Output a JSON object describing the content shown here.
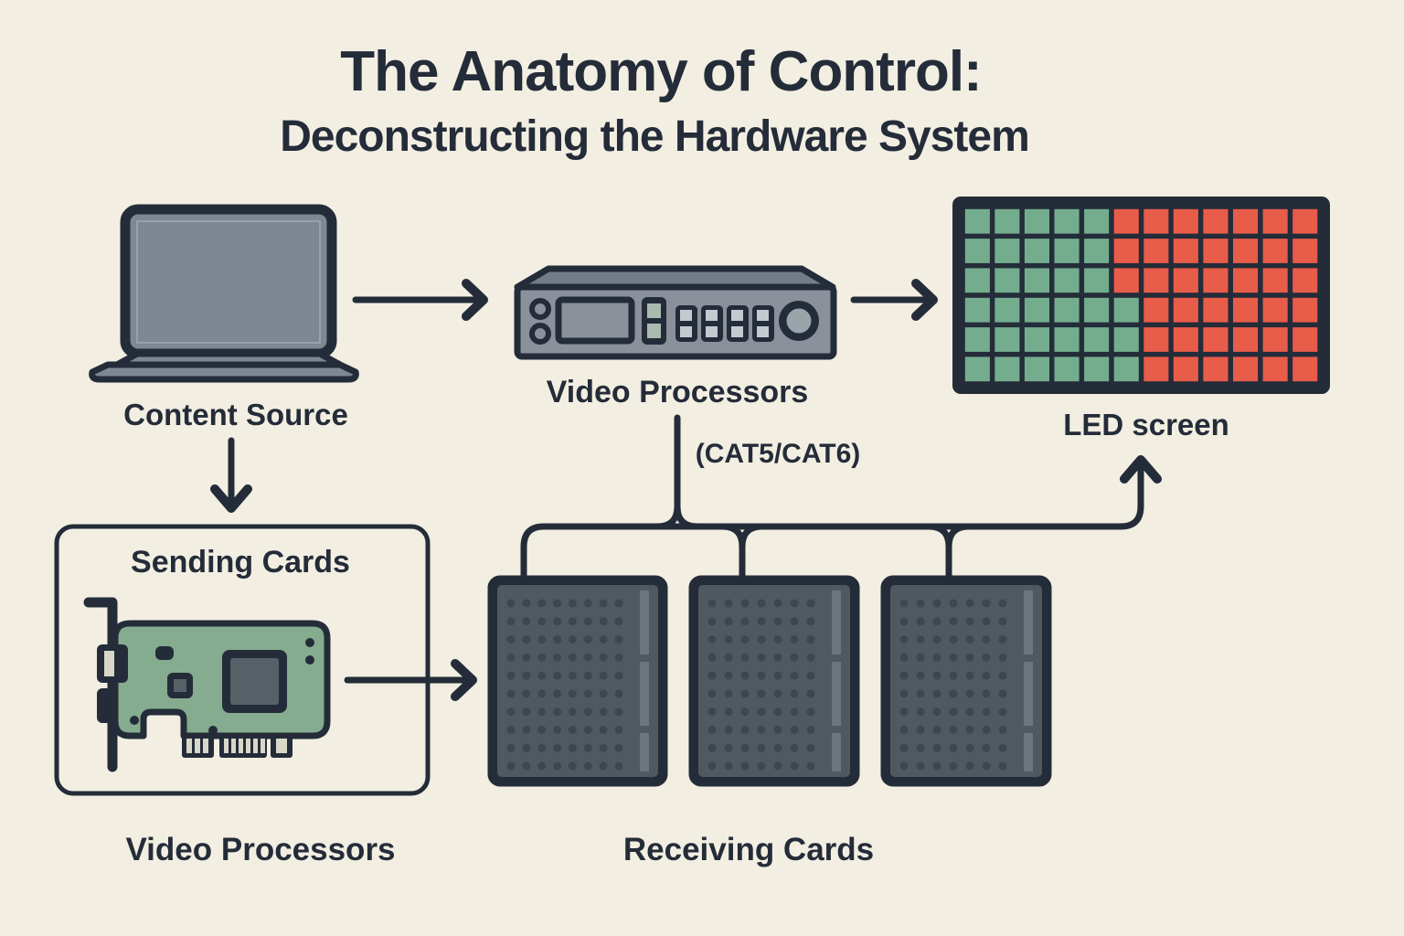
{
  "title": {
    "line1": "The Anatomy of Control:",
    "line2": "Deconstructing the Hardware System"
  },
  "labels": {
    "content_source": "Content Source",
    "video_processors_top": "Video Processors",
    "cable_type": "(CAT5/CAT6)",
    "led_screen": "LED screen",
    "sending_cards": "Sending Cards",
    "video_processors_bottom": "Video Processors",
    "receiving_cards": "Receiving Cards"
  },
  "icons": {
    "content_source": "laptop-icon",
    "video_processors": "video-processor-icon",
    "led_screen": "led-screen-icon",
    "sending_cards": "pcb-card-icon",
    "receiving_cards": "receiving-card-icon"
  },
  "led_screen": {
    "columns": 12,
    "rows": 6,
    "green_cells_per_row": [
      5,
      5,
      5,
      6,
      6,
      6
    ]
  },
  "receiving_cards": {
    "count": 3,
    "dot_rows": 10,
    "dot_cols": [
      8,
      7,
      7
    ]
  },
  "colors": {
    "bg": "#f2eee1",
    "ink": "#242c39",
    "laptop_gray": "#7d8893",
    "device_face": "#8a919b",
    "device_top": "#747d87",
    "pcb_green": "#85ac8f",
    "chip_gray": "#575f67",
    "card_fill": "#515960",
    "dot": "#3e464f",
    "strip_gray": "#6d757e",
    "led_green": "#74ad8e",
    "led_red": "#e85c4a",
    "button_green": "#a9bbae",
    "button_light": "#c3cad0",
    "knob_gray": "#9ba3ab",
    "slot_light": "#d9d7c8"
  }
}
